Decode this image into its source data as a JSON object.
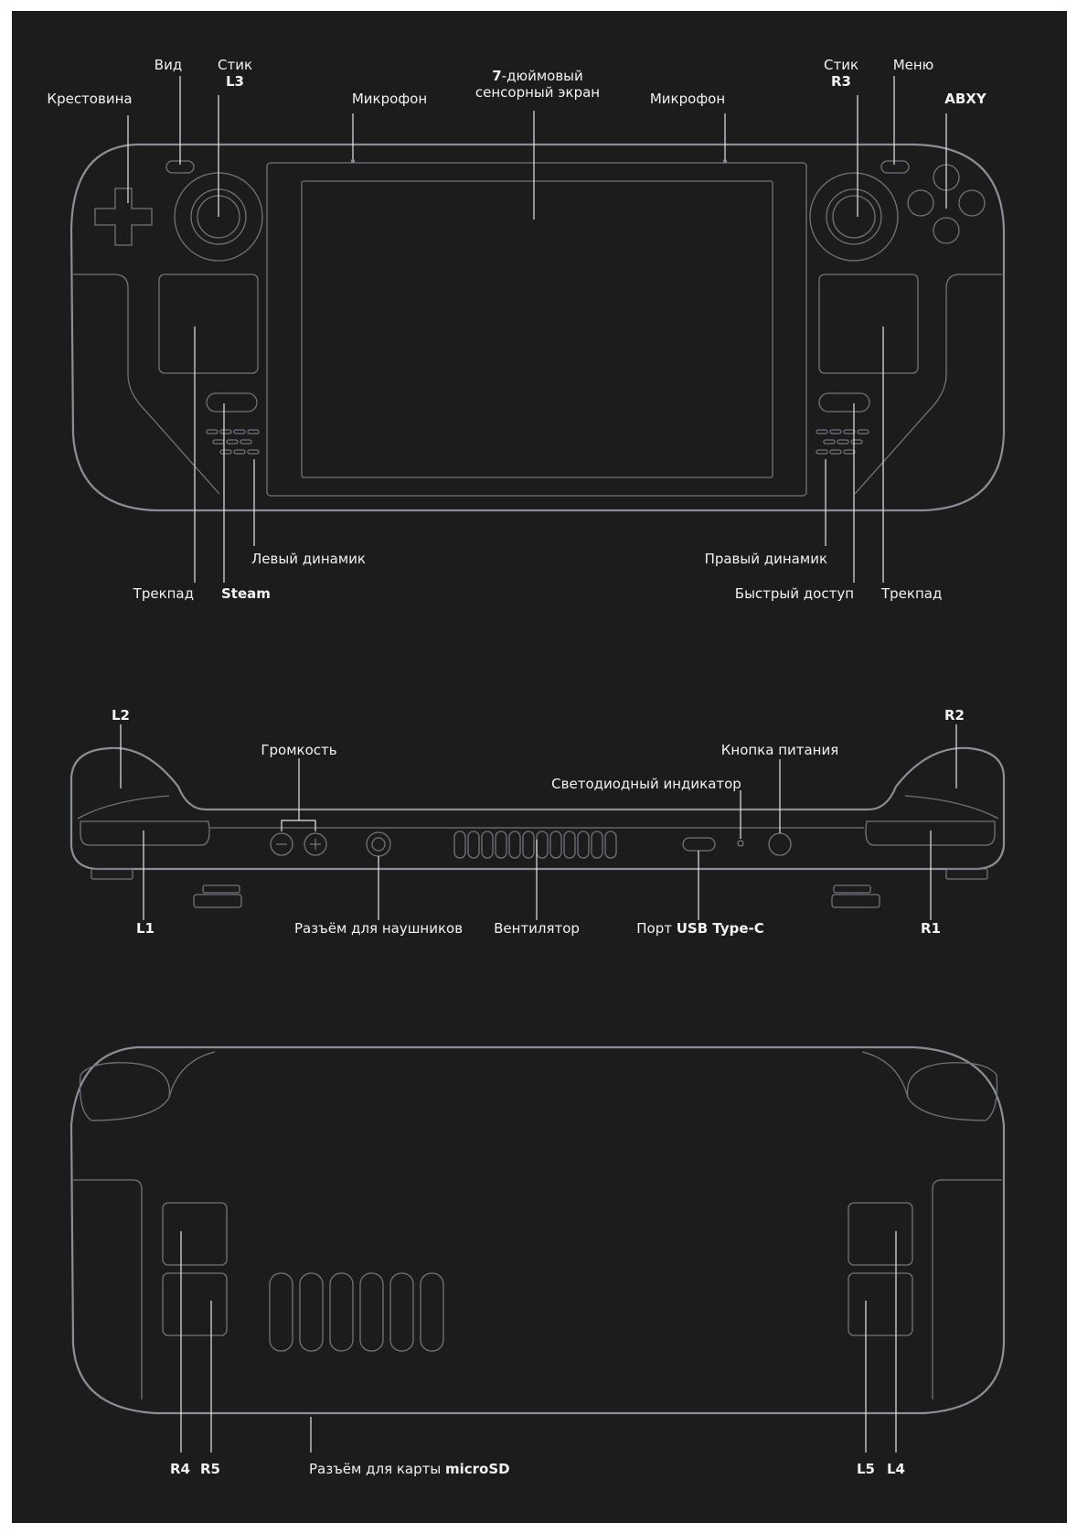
{
  "front": {
    "dpad": "Крестовина",
    "view": "Вид",
    "stick_l3_a": "Стик",
    "stick_l3_b": "L3",
    "mic_left": "Микрофон",
    "screen_bold": "7",
    "screen_a": "-дюймовый",
    "screen_b": "сенсорный экран",
    "mic_right": "Микрофон",
    "stick_r3_a": "Стик",
    "stick_r3_b": "R3",
    "menu": "Меню",
    "abxy": "ABXY",
    "trackpad_left": "Трекпад",
    "steam": "Steam",
    "speaker_left": "Левый динамик",
    "speaker_right": "Правый динамик",
    "quick_access": "Быстрый доступ",
    "trackpad_right": "Трекпад"
  },
  "top": {
    "l2": "L2",
    "r2": "R2",
    "volume": "Громкость",
    "power": "Кнопка питания",
    "led": "Светодиодный индикатор",
    "l1": "L1",
    "headphones": "Разъём для наушников",
    "fan": "Вентилятор",
    "usb_a": "Порт ",
    "usb_b": "USB Type-C",
    "r1": "R1"
  },
  "back": {
    "r4": "R4",
    "r5": "R5",
    "microsd_a": "Разъём для карты ",
    "microsd_b": "microSD",
    "l5": "L5",
    "l4": "L4"
  },
  "colors": {
    "background": "#1c1c1c",
    "outline": "#8a8f96",
    "text": "#f2f2f2"
  }
}
